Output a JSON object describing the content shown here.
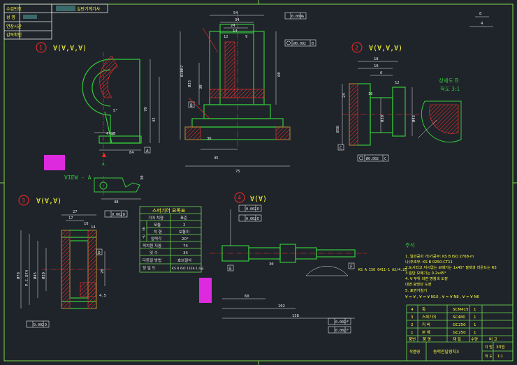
{
  "colors": {
    "background": "#1f242a",
    "border": "#7fd64a",
    "part_outline": "#35c93b",
    "dimension": "#e8e8e8",
    "annotation_red": "#ff2a2a",
    "title_yellow": "#ffff3a",
    "highlight_magenta": "#ff2bff",
    "centerline_red": "#ff3030",
    "table_green": "#6cdb52"
  },
  "header_table": {
    "rows": [
      {
        "label": "수검번호",
        "value": "실반기계기사"
      },
      {
        "label": "성    명",
        "value": ""
      },
      {
        "label": "연장시간",
        "value": ""
      },
      {
        "label": "감독확인",
        "value": ""
      }
    ]
  },
  "views": {
    "v1": {
      "number": "1",
      "roughness": "∀(∀,∀,∀)"
    },
    "v2": {
      "number": "2",
      "roughness": "∀(∀,∀,∀)",
      "detail_label": "상세도 B",
      "detail_scale": "척도 3:1"
    },
    "v3": {
      "number": "3",
      "roughness": "∀(∀,∀)"
    },
    "v4": {
      "number": "4",
      "roughness": "∀(∀)"
    }
  },
  "view_a_label": "VIEW - A",
  "view1_dims": {
    "d84": "84",
    "d70": "70",
    "d42": "42",
    "d5": "5°",
    "d4phi8": "4-φ8",
    "d48": "48",
    "d30": "30",
    "datum_a": "A",
    "datum_b": "B",
    "c_label": "A"
  },
  "center_dims": {
    "d54": "54",
    "d34": "34",
    "d24": "24",
    "d14": "14",
    "d12": "12",
    "d9": "9",
    "d45": "45",
    "d75": "75",
    "d60": "60",
    "d30": "30",
    "d36": "36",
    "tol_top": "0.009",
    "tol_top_ref": "A",
    "tol_mid": "Ø0.002",
    "tol_mid_ref": "B",
    "datum_b": "B",
    "phi30h7": "Ø30H7",
    "phi33": "Ø33"
  },
  "view2_dims": {
    "d8a": "8",
    "d4a": "4",
    "d18": "18",
    "d10": "10",
    "d6": "6",
    "d24": "24",
    "d16": "16",
    "d12": "12",
    "d36": "Ø36",
    "d43": "Ø43",
    "d30": "Ø30",
    "tol": "Ø0.002",
    "tol_ref": "C",
    "datum_c": "C"
  },
  "view3_dims": {
    "d27": "27",
    "d17": "17",
    "d16": "16",
    "d14": "14",
    "tol_top": "0.002",
    "tol_top_ref": "D",
    "tol_bot": "0.002",
    "tol_bot_ref": "D",
    "d_phi78": "Ø78",
    "d_pcd": "P.C.D74",
    "d_phi45": "Ø45",
    "d_phi30": "Ø30",
    "d20": "20",
    "datum_d": "D",
    "d_last": "4.5"
  },
  "gear_table": {
    "title": "스퍼기어 요목표",
    "rows": [
      {
        "group": "",
        "item": "기어 치형",
        "value": "표준"
      },
      {
        "group": "공",
        "item": "모듈",
        "value": "2"
      },
      {
        "group": "구",
        "item": "치 형",
        "value": "보통이"
      },
      {
        "group": "",
        "item": "압력각",
        "value": "20°"
      },
      {
        "group": "",
        "item": "피치원 지름",
        "value": "74"
      },
      {
        "group": "",
        "item": "잇 수",
        "value": "34"
      },
      {
        "group": "",
        "item": "다듬질 방법",
        "value": "호브절삭"
      },
      {
        "group": "",
        "item": "정 밀 도",
        "value": "KS B ISO 1328-1,4급"
      }
    ]
  },
  "shaft_dims": {
    "tol_e1": "0.002",
    "tol_e1_ref": "E",
    "tol_e2": "0.002",
    "tol_e2_ref": "E",
    "tol_f1": "0.002",
    "tol_f1_ref": "F",
    "tol_f2": "0.002",
    "tol_f2_ref": "F",
    "d60": "60",
    "d102": "102",
    "d138": "138",
    "d30": "30",
    "datum_e": "E",
    "datum_f": "F",
    "ks_note": "KS A ISO 6411-1 A2/4.25"
  },
  "notes": {
    "title": "주석",
    "lines": [
      "1. 일반공차 가)가공부: KS B ISO 2768-m",
      "   나)주조부: KS B 0250-CT11",
      "2.도시되고 지시없는 모떼기는 1x45° 필렛과 라운드는 R3",
      "3.일반 모떼기는 0.2x45°",
      "4. ∀ 부위 외면 명청색 도장",
      "   내면 광명단 도장",
      "5. 표면거칠기",
      "∀ = ∀ , ∀ = ∀ N10 , ∀ = ∀ N8 , ∀ = ∀ N6"
    ]
  },
  "parts_list": {
    "rows": [
      {
        "no": "4",
        "name": "축",
        "material": "SCM415",
        "qty": "1",
        "note": ""
      },
      {
        "no": "3",
        "name": "스퍼기어",
        "material": "SC480",
        "qty": "1",
        "note": ""
      },
      {
        "no": "2",
        "name": "커 버",
        "material": "GC250",
        "qty": "1",
        "note": ""
      },
      {
        "no": "1",
        "name": "본 체",
        "material": "GC250",
        "qty": "1",
        "note": ""
      }
    ],
    "header": {
      "no": "품번",
      "name": "품  명",
      "material": "재 질",
      "qty": "수량",
      "note": "비 고"
    },
    "title_label": "작품명",
    "title_value": "동력전달장치3",
    "angle_label": "각 법",
    "angle_value": "3각법",
    "scale_label": "척 도",
    "scale_value": "1:1"
  }
}
